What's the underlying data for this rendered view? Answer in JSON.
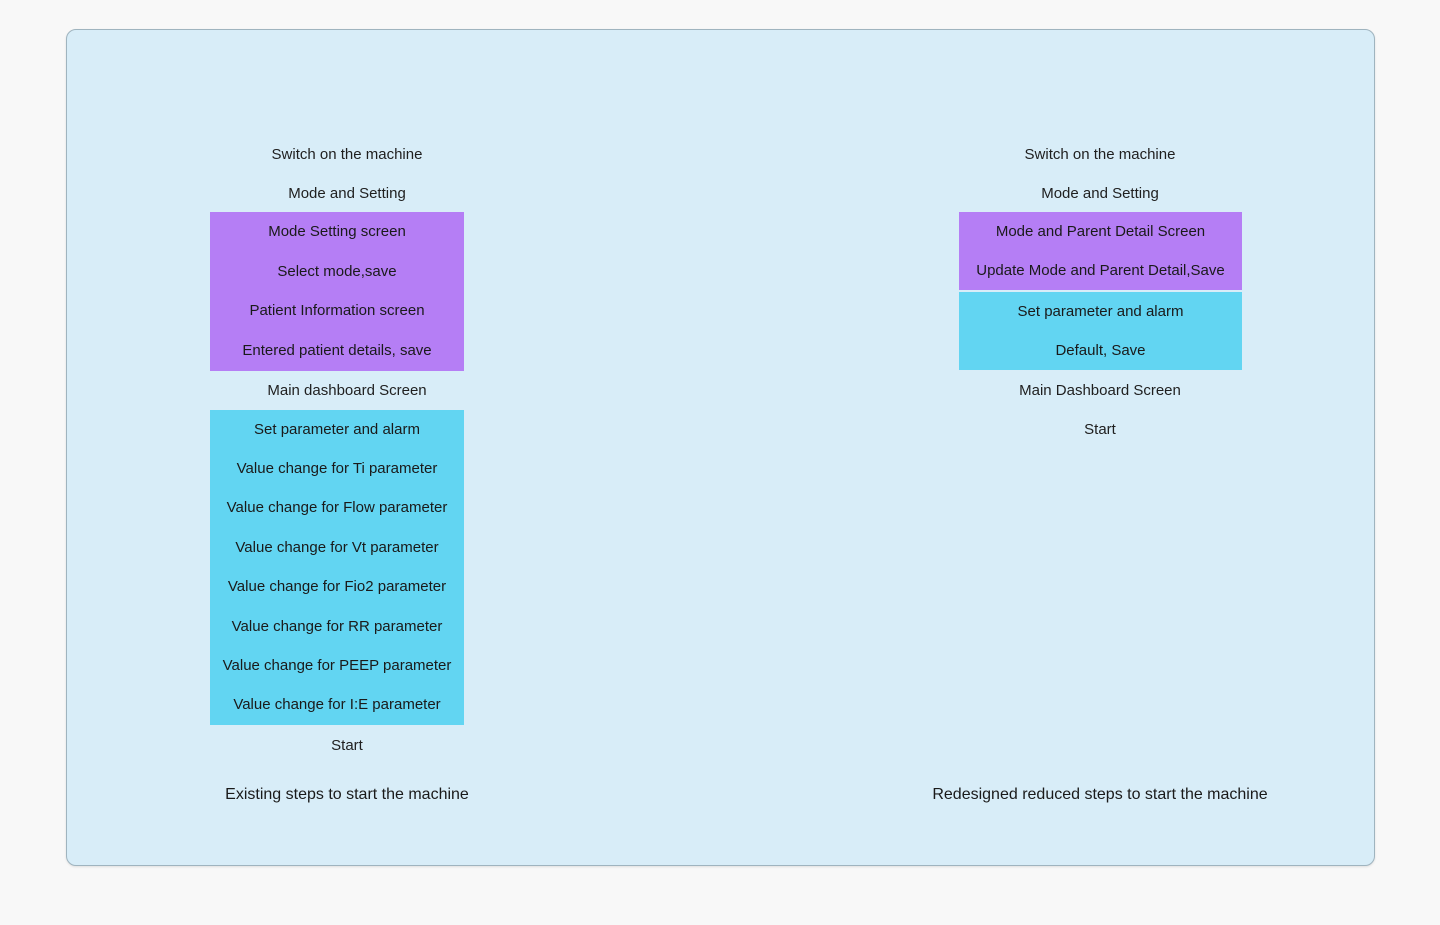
{
  "colors": {
    "page_background": "#f8f8f8",
    "panel_background": "#d8edf8",
    "panel_border": "#9fb4bf",
    "purple_block": "#b57ef5",
    "cyan_block": "#62d5f2",
    "text": "#1a1a1a"
  },
  "left_flow": {
    "caption": "Existing steps to start the machine",
    "pre_steps": [
      {
        "label": "Switch on the machine"
      },
      {
        "label": "Mode and Setting"
      }
    ],
    "purple_block": {
      "color": "#b57ef5",
      "rows": [
        {
          "label": "Mode Setting screen"
        },
        {
          "label": "Select mode,save"
        },
        {
          "label": "Patient Information screen"
        },
        {
          "label": "Entered patient details,  save"
        }
      ]
    },
    "mid_step": {
      "label": "Main dashboard Screen"
    },
    "cyan_block": {
      "color": "#62d5f2",
      "rows": [
        {
          "label": "Set parameter and alarm"
        },
        {
          "label": "Value change for Ti parameter"
        },
        {
          "label": "Value change for Flow parameter"
        },
        {
          "label": "Value change for Vt parameter"
        },
        {
          "label": "Value change for Fio2 parameter"
        },
        {
          "label": "Value change for RR parameter"
        },
        {
          "label": "Value change for PEEP parameter"
        },
        {
          "label": "Value change for I:E parameter"
        }
      ]
    },
    "final_step": {
      "label": "Start"
    }
  },
  "right_flow": {
    "caption": "Redesigned reduced steps to start the machine",
    "pre_steps": [
      {
        "label": "Switch on the machine"
      },
      {
        "label": "Mode and Setting"
      }
    ],
    "purple_block": {
      "color": "#b57ef5",
      "rows": [
        {
          "label": "Mode and Parent Detail Screen"
        },
        {
          "label": "Update Mode and Parent Detail,Save"
        }
      ]
    },
    "cyan_block": {
      "color": "#62d5f2",
      "rows": [
        {
          "label": "Set parameter and alarm"
        },
        {
          "label": "Default, Save"
        }
      ]
    },
    "mid_step": {
      "label": "Main Dashboard Screen"
    },
    "final_step": {
      "label": "Start"
    }
  }
}
